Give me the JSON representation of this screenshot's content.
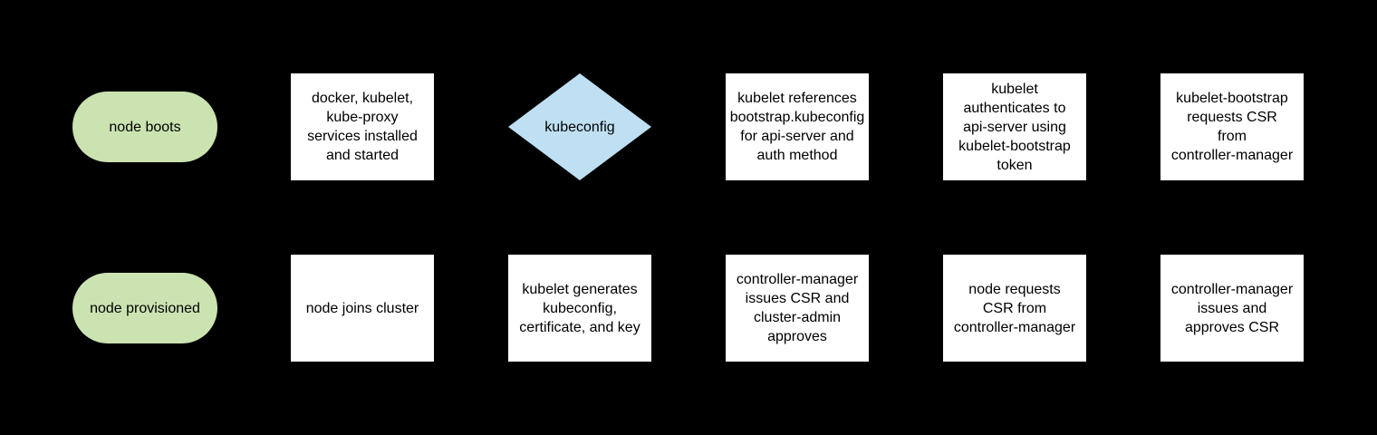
{
  "diagram": {
    "colors": {
      "background": "#000000",
      "process_fill": "#ffffff",
      "terminator_fill": "#cbe3b1",
      "decision_fill": "#bee0f2",
      "text": "#000000"
    }
  },
  "nodes": {
    "node_boots": {
      "type": "terminator",
      "label": "node boots"
    },
    "services_installed": {
      "type": "process",
      "label": "docker, kubelet,\nkube-proxy\nservices installed\nand started"
    },
    "kubeconfig_decision": {
      "type": "decision",
      "label": "kubeconfig"
    },
    "kubelet_references": {
      "type": "process",
      "label": "kubelet references\nbootstrap.kubeconfig\nfor api-server and\nauth method"
    },
    "kubelet_authenticates": {
      "type": "process",
      "label": "kubelet\nauthenticates to\napi-server using\nkubelet-bootstrap\ntoken"
    },
    "kubelet_bootstrap_requests": {
      "type": "process",
      "label": "kubelet-bootstrap\nrequests CSR\nfrom\ncontroller-manager"
    },
    "node_provisioned": {
      "type": "terminator",
      "label": "node provisioned"
    },
    "node_joins_cluster": {
      "type": "process",
      "label": "node joins cluster"
    },
    "kubelet_generates": {
      "type": "process",
      "label": "kubelet generates\nkubeconfig,\ncertificate, and key"
    },
    "controller_manager_issues_csr": {
      "type": "process",
      "label": "controller-manager\nissues CSR and\ncluster-admin\napproves"
    },
    "node_requests_csr": {
      "type": "process",
      "label": "node requests\nCSR from\ncontroller-manager"
    },
    "controller_manager_approves": {
      "type": "process",
      "label": "controller-manager\nissues and\napproves CSR"
    }
  }
}
